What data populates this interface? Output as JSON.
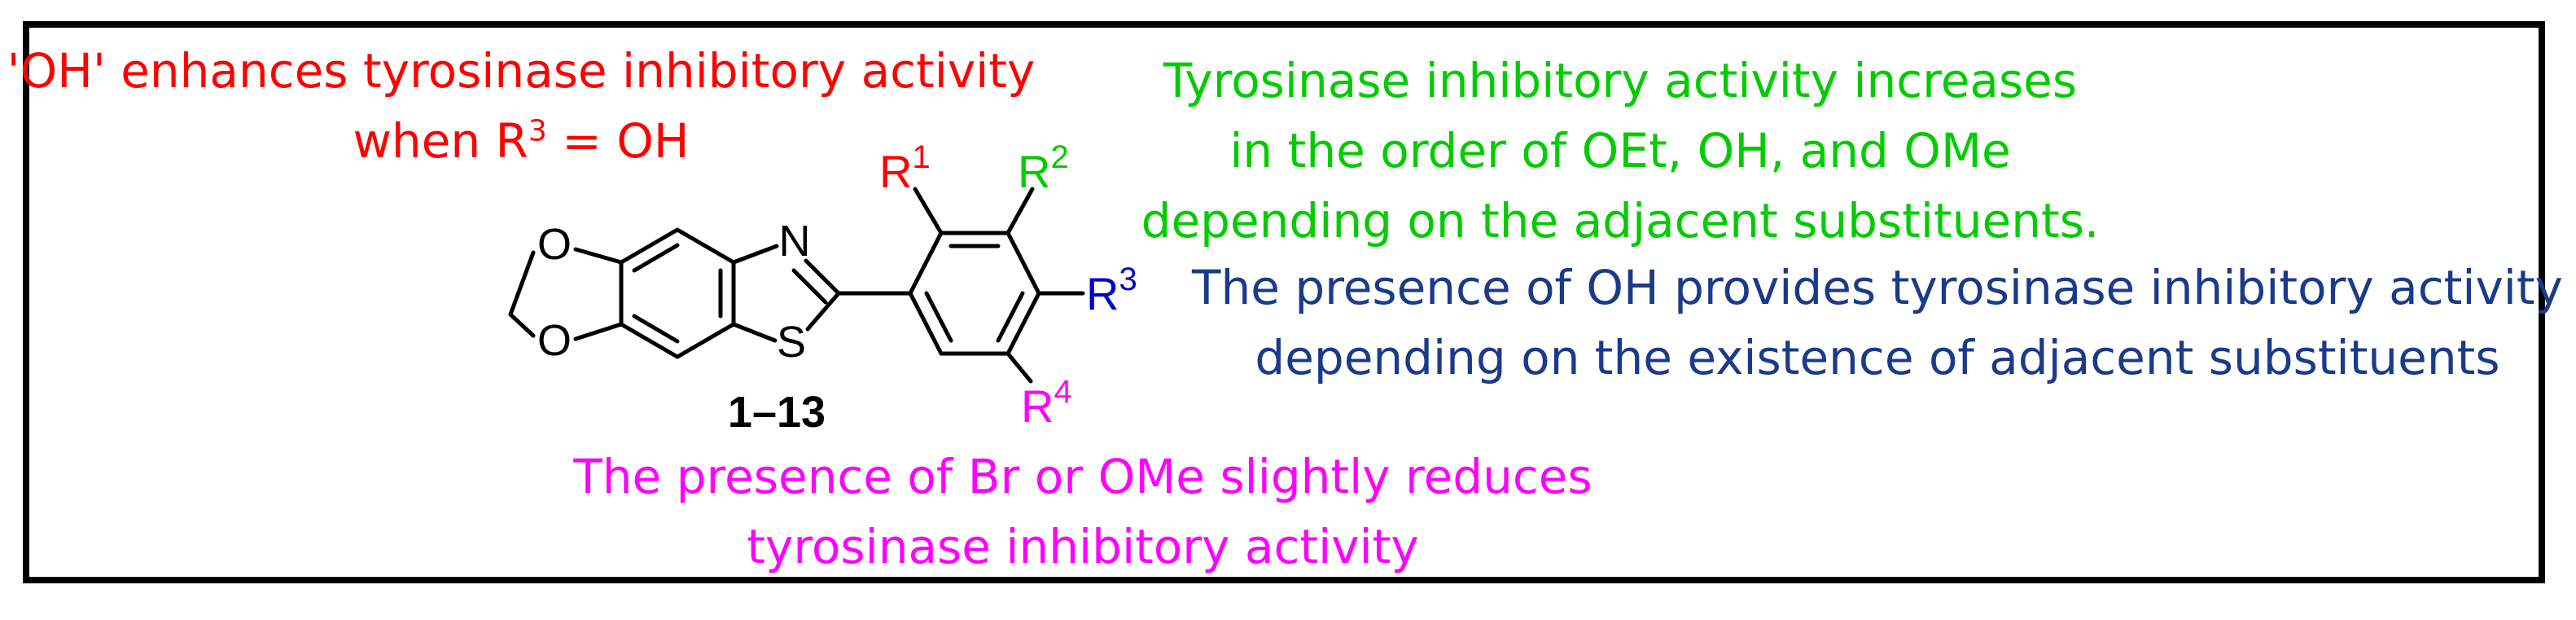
{
  "colors": {
    "r1": "#ff0000",
    "r2": "#00cc00",
    "r3": "#0000cc",
    "r4": "#ff00ff",
    "blue_note": "#1a3a8a",
    "bond": "#000000"
  },
  "notes": {
    "red": {
      "line1": "'OH' enhances tyrosinase inhibitory activity",
      "line2_prefix": "when R",
      "line2_sup": "3",
      "line2_suffix": " = OH"
    },
    "green": {
      "line1": "Tyrosinase inhibitory activity increases",
      "line2": "in the order of OEt, OH, and OMe",
      "line3": "depending on the adjacent substituents."
    },
    "blue": {
      "line1": "The presence of OH provides tyrosinase inhibitory activity",
      "line2": "depending on the existence of adjacent substituents"
    },
    "pink": {
      "line1": "The presence of Br or OMe slightly reduces",
      "line2": "tyrosinase inhibitory activity"
    }
  },
  "structure": {
    "compound_label": "1–13",
    "atoms": {
      "o_top": "O",
      "o_bottom": "O",
      "n": "N",
      "s": "S"
    },
    "substituents": {
      "r1": {
        "base": "R",
        "sup": "1"
      },
      "r2": {
        "base": "R",
        "sup": "2"
      },
      "r3": {
        "base": "R",
        "sup": "3"
      },
      "r4": {
        "base": "R",
        "sup": "4"
      }
    }
  }
}
